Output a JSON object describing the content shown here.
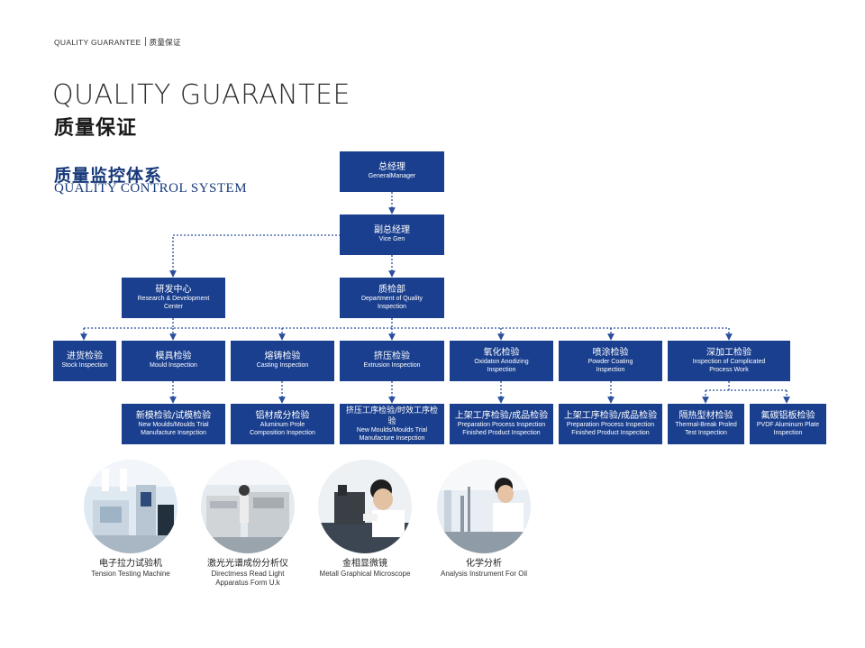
{
  "header": {
    "en": "QUALITY GUARANTEE",
    "cn": "质量保证",
    "title_en": "QUALITY GUARANTEE",
    "title_cn": "质量保证"
  },
  "section": {
    "cn": "质量监控体系",
    "en": "QUALITY CONTROL SYSTEM"
  },
  "org": {
    "general_manager": {
      "cn": "总经理",
      "en": "GeneralManager"
    },
    "vice_gen": {
      "cn": "副总经理",
      "en": "Vice Gen"
    },
    "rd": {
      "cn": "研发中心",
      "en": "Research & Development Center"
    },
    "qi": {
      "cn": "质检部",
      "en": "Department of Quality Inspection"
    },
    "level3": [
      {
        "cn": "进货检验",
        "en": "Stock Inspection"
      },
      {
        "cn": "模具检验",
        "en": "Mould Inspection"
      },
      {
        "cn": "熔铸检验",
        "en": "Casting Inspection"
      },
      {
        "cn": "挤压检验",
        "en": "Extrusion Inspection"
      },
      {
        "cn": "氧化检验",
        "en": "Oxidaton Anodizing Inspection"
      },
      {
        "cn": "喷涂检验",
        "en": "Powder Coating Inspection"
      },
      {
        "cn": "深加工检验",
        "en": "Inspection of Complicated Process Work"
      }
    ],
    "level4": [
      {
        "cn": "新模检验/试模检验",
        "en": "New Moulds/Moulds Trial Manufacture Insepction"
      },
      {
        "cn": "铝材成分检验",
        "en": "Aluminum Prole Composition Inspection"
      },
      {
        "cn": "挤压工序检验/时效工序检验",
        "en": "New Moulds/Moulds Trial Manufacture Insepction"
      },
      {
        "cn": "上架工序检验/成品检验",
        "en": "Preparation Process Inspection Finished Product Inspection"
      },
      {
        "cn": "上架工序检验/成品检验",
        "en": "Preparation Process Inspection Finished Product Inspection"
      },
      {
        "cn": "隔热型材检验",
        "en": "Thermal-Break Proled Test Inspection"
      },
      {
        "cn": "氟碳铝板检验",
        "en": "PVDF Aluminum Plate Inspection"
      }
    ]
  },
  "equipment": [
    {
      "cn": "电子拉力试验机",
      "en": "Tension Testing Machine"
    },
    {
      "cn": "激光光谱成份分析仪",
      "en": "Directmess Read Light Apparatus Form U.k"
    },
    {
      "cn": "金相显微镜",
      "en": "Metall Graphical Microscope"
    },
    {
      "cn": "化学分析",
      "en": "Analysis Instrument For Oil"
    }
  ],
  "colors": {
    "box": "#1a3f8e",
    "line": "#2a4f9e",
    "title": "#17397a"
  }
}
